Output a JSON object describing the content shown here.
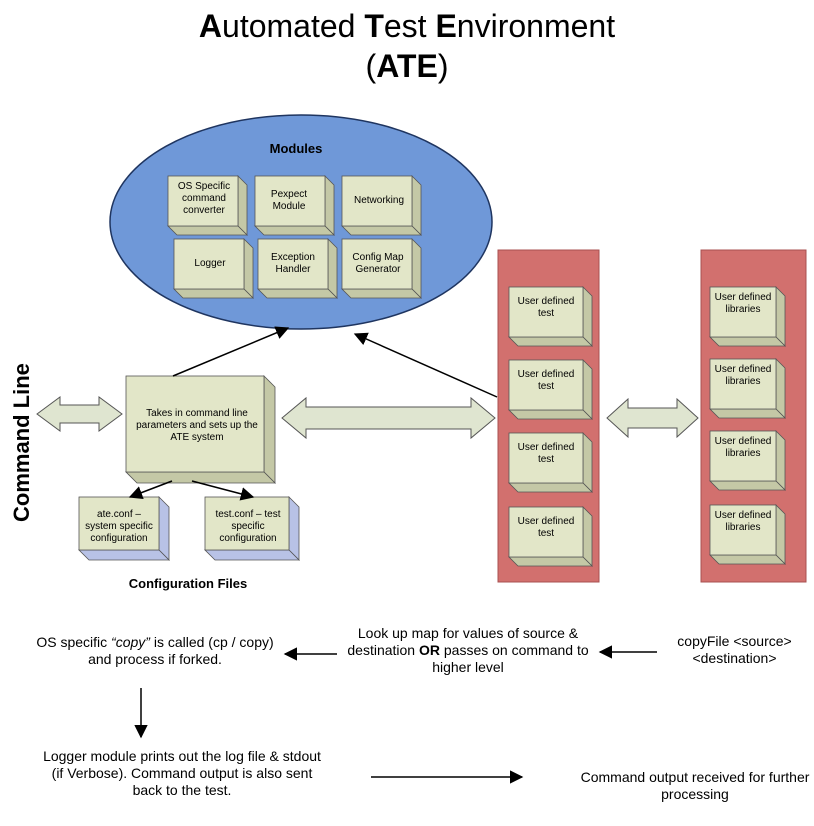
{
  "title": {
    "line1_parts": [
      {
        "text": "A",
        "bold": true
      },
      {
        "text": "utomated ",
        "bold": false
      },
      {
        "text": "T",
        "bold": true
      },
      {
        "text": "est ",
        "bold": false
      },
      {
        "text": "E",
        "bold": true
      },
      {
        "text": "nvironment",
        "bold": false
      }
    ],
    "line2_parts": [
      {
        "text": "(",
        "bold": false
      },
      {
        "text": "ATE",
        "bold": true
      },
      {
        "text": ")",
        "bold": false
      }
    ]
  },
  "side_label": "Command Line",
  "modules": {
    "heading": "Modules",
    "items": [
      {
        "id": "os-specific-command-converter",
        "label": "OS Specific command converter"
      },
      {
        "id": "pexpect-module",
        "label": "Pexpect Module"
      },
      {
        "id": "networking",
        "label": "Networking"
      },
      {
        "id": "logger",
        "label": "Logger"
      },
      {
        "id": "exception-handler",
        "label": "Exception Handler"
      },
      {
        "id": "config-map-generator",
        "label": "Config Map Generator"
      }
    ]
  },
  "core": {
    "label": "Takes in command line parameters and sets up the ATE system"
  },
  "configuration": {
    "heading": "Configuration Files",
    "items": [
      {
        "id": "ate-conf",
        "label": "ate.conf – system specific configuration"
      },
      {
        "id": "test-conf",
        "label": "test.conf – test specific configuration"
      }
    ]
  },
  "tests": {
    "items": [
      "User defined test",
      "User defined test",
      "User defined test",
      "User defined test"
    ]
  },
  "libraries": {
    "items": [
      "User defined libraries",
      "User defined libraries",
      "User defined libraries",
      "User defined libraries"
    ]
  },
  "flow": {
    "copy_file": "copyFile <source> <destination>",
    "lookup": {
      "pre": "Look up map for values of source & destination ",
      "bold": "OR",
      "post": " passes on command to higher level"
    },
    "os_copy": {
      "pre": "OS specific ",
      "italic": "“copy”",
      "post": " is called (cp / copy) and process if forked."
    },
    "logger": "Logger module prints out the log file & stdout (if Verbose). Command output is also sent back to the test.",
    "output": "Command output received for further processing"
  },
  "colors": {
    "ellipse_fill": "#6f98d8",
    "ellipse_stroke": "#1f3560",
    "box_front": "#e2e6c8",
    "box_side": "#c4c8a6",
    "config_side": "#b8c2e6",
    "panel_fill": "#d2706e",
    "panel_stroke": "#a85050",
    "double_arrow_fill": "#dfe5d0"
  }
}
